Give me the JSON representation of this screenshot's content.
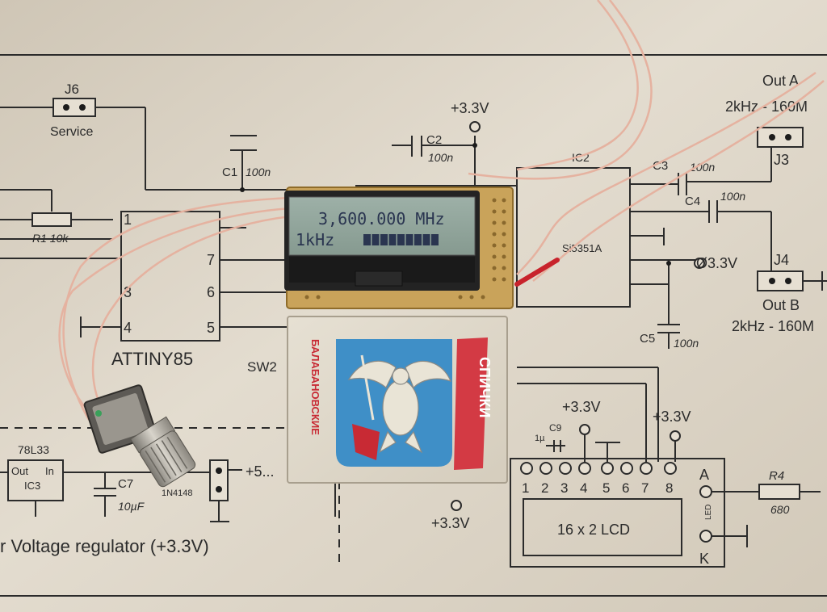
{
  "photo": {
    "paper_color": "#dcd4c5",
    "ink_color": "#2b2b2b",
    "wire_color": "#e8b3a0",
    "pcb_color": "#c9a35a",
    "lcd_bg_color": "#8fa29a",
    "lcd_text_color": "#2a3550"
  },
  "schematic": {
    "j6_label": "J6",
    "service_label": "Service",
    "c1_label": "C1",
    "c1_value": "100n",
    "r1_label": "R1 10k",
    "supply_top": "+3.3V",
    "c2_label": "C2",
    "c2_value": "100n",
    "ic2_label": "IC2",
    "c3_label": "C3",
    "c3_value": "100n",
    "c4_label": "C4",
    "c4_value": "100n",
    "c5_label": "C5",
    "c5_value": "100n",
    "clock_chip": "Si5351A",
    "out_a_label": "Out A",
    "out_a_range": "2kHz - 160M",
    "j3_label": "J3",
    "j4_label": "J4",
    "out_b_label": "Out B",
    "out_b_range": "2kHz - 160M",
    "supply_right": "Ø3.3V",
    "mcu_name": "ATTINY85",
    "mcu_pin_1": "1",
    "mcu_pin_3": "3",
    "mcu_pin_4": "4",
    "mcu_pin_5": "5",
    "mcu_pin_6": "6",
    "mcu_pin_7": "7",
    "sw2_label": "SW2",
    "reg_name": "78L33",
    "reg_out": "Out",
    "reg_in": "In",
    "ic3_label": "IC3",
    "c7_label": "C7",
    "c7_value": "10µF",
    "diode_label": "1N4148",
    "supply_in": "+5...",
    "reg_caption": "r Voltage regulator (+3.3V)",
    "supply_bottom": "+3.3V",
    "lcd_supply_1": "+3.3V",
    "lcd_supply_2": "+3.3V",
    "c9_label": "C9",
    "c9_value": "1µ",
    "lcd_pins": [
      "1",
      "2",
      "3",
      "4",
      "5",
      "6",
      "7",
      "8"
    ],
    "lcd_label": "16 x 2 LCD",
    "lcd_a": "A",
    "lcd_k": "K",
    "lcd_led": "LED",
    "r4_label": "R4",
    "r4_value": "680"
  },
  "lcd_display": {
    "line1": "3,600.000 MHz",
    "line2_step": "1kHz",
    "bar_level": 0.72
  },
  "matchbox": {
    "vertical_text": "БАЛАБАНОВСКИЕ",
    "banner_text": "СПИЧКИ"
  }
}
